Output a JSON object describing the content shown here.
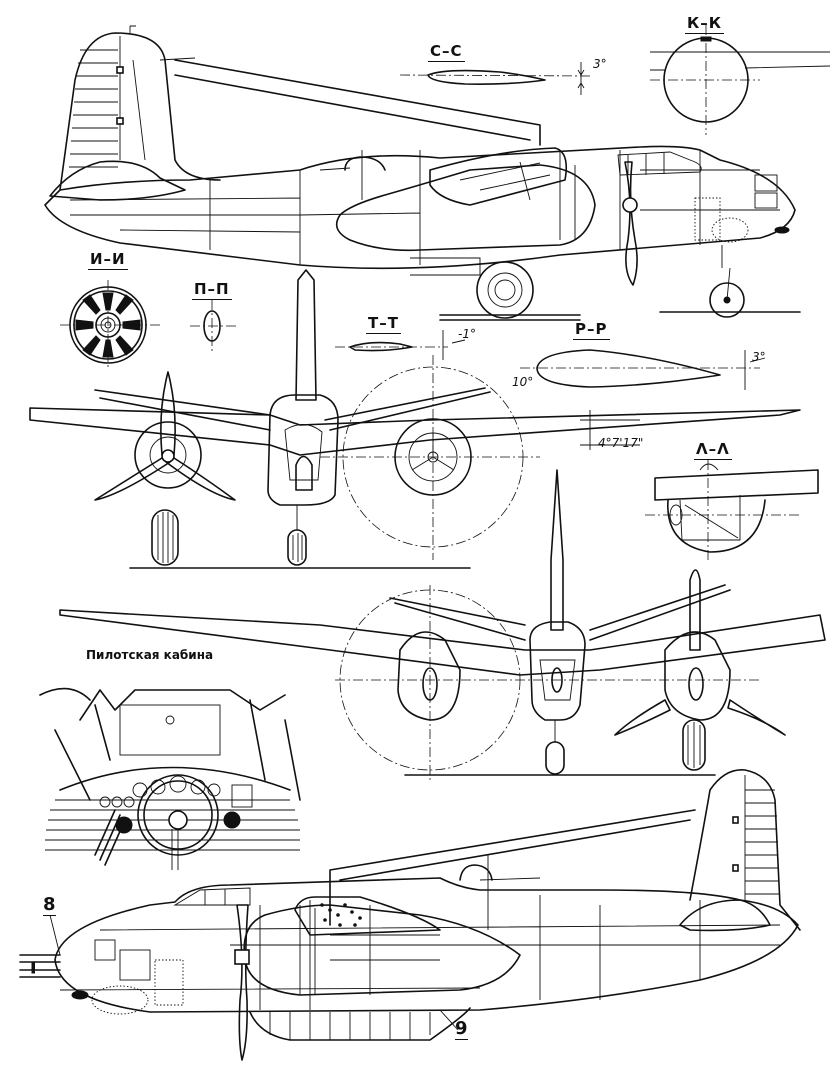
{
  "drawing": {
    "subject": "Twin-engine bomber three-view drawing",
    "views": [
      "side-view-top",
      "front-view",
      "top-view-plan",
      "side-view-bottom",
      "cockpit-interior"
    ]
  },
  "sections": {
    "c_c": "С–С",
    "k_k": "К–К",
    "i_i": "И–И",
    "p_p": "П–П",
    "t_t": "Т–Т",
    "r_r": "Р–Р",
    "l_l": "Λ–Λ"
  },
  "angles": {
    "c_c_incidence": "3°",
    "t_t_incidence": "-1°",
    "r_r_incidence": "3°",
    "tailplane_dihedral": "10°",
    "wing_dihedral": "4°7'17\""
  },
  "captions": {
    "cockpit": "Пилотская кабина"
  },
  "callouts": {
    "nose_guns": "8",
    "bomb_bay_fairing": "9"
  },
  "colors": {
    "ink": "#111111",
    "paper": "#ffffff"
  }
}
